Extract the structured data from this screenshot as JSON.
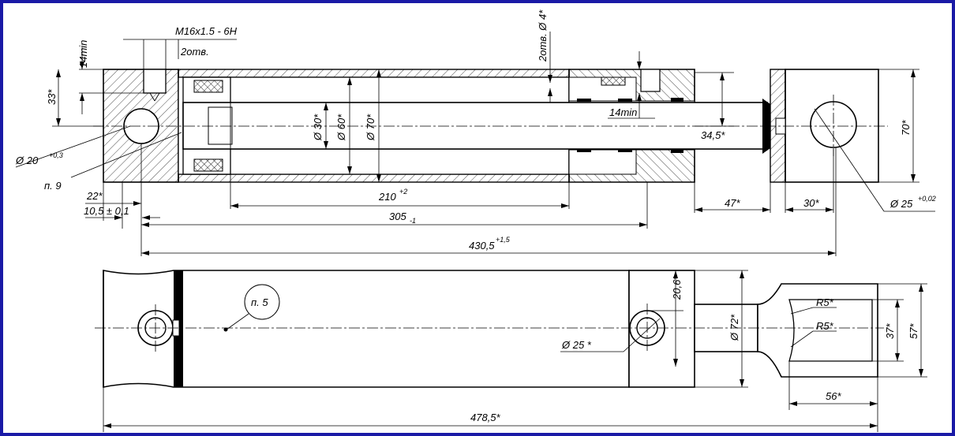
{
  "border_color": "#1a1aa6",
  "labels": {
    "thread": "M16x1.5 - 6H",
    "two_holes_top": "2отв.",
    "dim_14min_left": "14min",
    "dim_33": "33*",
    "two_holes_d4": "2отв. Ø 4*",
    "dim_14min_right": "14min",
    "dia_20": "Ø 20",
    "tol_20": "+0,3",
    "note_p9": "п. 9",
    "dia_30": "Ø 30*",
    "dia_60": "Ø 60*",
    "dia_70": "Ø 70*",
    "dim_34_5": "34,5*",
    "dim_70": "70*",
    "dim_22": "22*",
    "dim_10_5": "10,5 ± 0,1",
    "dim_210": "210",
    "tol_210": "+2",
    "dim_305": "305",
    "tol_305": "-1",
    "dim_47": "47*",
    "dim_30": "30*",
    "dia_25_top": "Ø 25",
    "tol_25": "+0,02",
    "dim_430_5": "430,5",
    "tol_430_5": "+1,5",
    "note_p5": "п. 5",
    "dim_20_6": "20,6*",
    "dia_25_bottom": "Ø 25    *",
    "dia_72": "Ø 72*",
    "r5_top": "R5*",
    "r5_bottom": "R5*",
    "dim_37": "37*",
    "dim_57": "57*",
    "dim_56": "56*",
    "dim_478_5": "478,5*"
  }
}
